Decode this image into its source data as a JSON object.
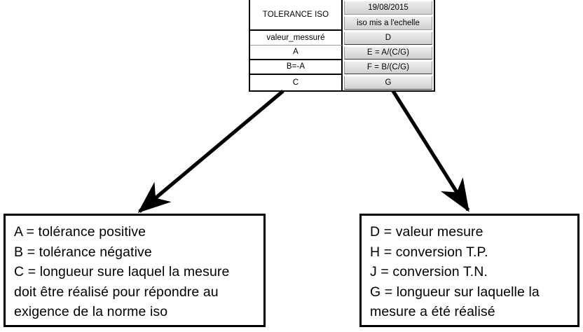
{
  "table": {
    "title": "TOLERANCE ISO",
    "date": "19/08/2015",
    "subtitle": "iso mis a l'echelle",
    "rows": [
      {
        "label": "valeur_messuré",
        "value": "D"
      },
      {
        "label": "A",
        "value": "E = A/(C/G)"
      },
      {
        "label": "B=-A",
        "value": "F = B/(C/G)"
      },
      {
        "label": "C",
        "value": "G"
      }
    ]
  },
  "legend_left": {
    "lines": [
      "A = tolérance positive",
      "B = tolérance négative",
      "C = longueur sure laquel la mesure",
      "doit être réalisé pour répondre au",
      "exigence de la norme iso"
    ]
  },
  "legend_right": {
    "lines": [
      "D = valeur mesure",
      "H = conversion T.P.",
      "J = conversion T.N.",
      "G = longueur sur laquelle la",
      "mesure a été réalisé"
    ]
  },
  "connectors": {
    "left_arrow": "arrow-to-left-legend",
    "right_arrow": "arrow-to-right-legend"
  },
  "colors": {
    "cell_fill_top": "#ededed",
    "cell_fill_bottom": "#cfcfcf",
    "border": "#000000",
    "page_bg": "#ffffff"
  }
}
